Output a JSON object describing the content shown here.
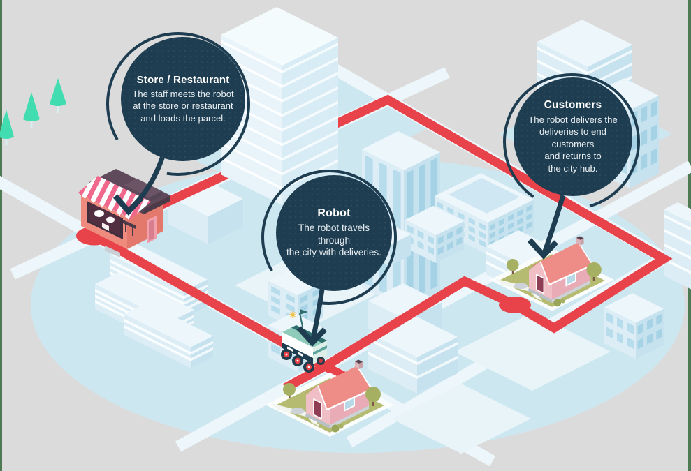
{
  "callouts": [
    {
      "id": "store",
      "title": "Store / Restaurant",
      "body": "The staff meets the robot\nat the store or restaurant\nand loads the parcel."
    },
    {
      "id": "robot",
      "title": "Robot",
      "body": "The robot travels through\nthe city with deliveries."
    },
    {
      "id": "customers",
      "title": "Customers",
      "body": "The robot delivers the\ndeliveries to end customers\nand returns to\nthe city hub."
    }
  ],
  "colors": {
    "background": "#dbdbdb",
    "edge_strip": "#4d7a52",
    "city_base": "#cde7f1",
    "road": "#edf7fb",
    "route": "#e8434a",
    "callout": "#1e3d51",
    "callout_text": "#ffffff"
  },
  "scene_elements": [
    "isometric-city",
    "red-delivery-route",
    "roundabout-node",
    "store-building",
    "striped-awning",
    "delivery-robot",
    "home-house",
    "customer-house",
    "teal-tree",
    "city-building"
  ]
}
